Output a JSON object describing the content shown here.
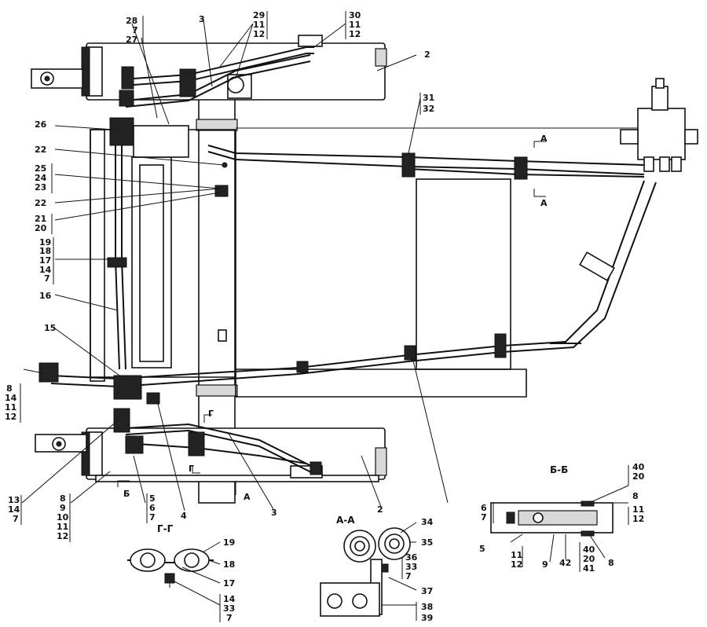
{
  "callouts": {
    "c28": "28",
    "c7a": "7",
    "c27": "27",
    "c3top": "3",
    "c29": "29",
    "c11a": "11",
    "c12a": "12",
    "c30": "30",
    "c11b": "11",
    "c12b": "12",
    "c2top": "2",
    "c31": "31",
    "c32": "32",
    "c26": "26",
    "c22a": "22",
    "c25": "25",
    "c24": "24",
    "c23": "23",
    "c22b": "22",
    "c21": "21",
    "c20": "20",
    "c19": "19",
    "c18": "18",
    "c17": "17",
    "c14a": "14",
    "c7b": "7",
    "c16": "16",
    "c15": "15",
    "c8a": "8",
    "c14b": "14",
    "c11c": "11",
    "c12c": "12",
    "c13": "13",
    "c14c": "14",
    "c7c": "7",
    "c8b": "8",
    "c9": "9",
    "c10": "10",
    "c11d": "11",
    "c12d": "12",
    "c5": "5",
    "c6": "6",
    "c7d": "7",
    "c4": "4",
    "c3bot": "3",
    "c2bot": "2",
    "markB": "Б",
    "markA": "A",
    "markG1": "Г",
    "markG2": "Г"
  },
  "sectionAA_marks": {
    "top": "A",
    "bottom": "A"
  },
  "sections": {
    "bb": {
      "title": "Б-Б",
      "labels": {
        "l40a": "40",
        "l20a": "20",
        "l8a": "8",
        "l11": "11",
        "l12": "12",
        "l6": "6",
        "l7": "7",
        "l5": "5",
        "l11b": "11",
        "l12b": "12",
        "l9": "9",
        "l42": "42",
        "l40b": "40",
        "l20b": "20",
        "l41": "41",
        "l8b": "8"
      }
    },
    "aa": {
      "title": "A-A",
      "labels": {
        "l34": "34",
        "l35": "35",
        "l36": "36",
        "l33": "33",
        "l7": "7",
        "l37": "37",
        "l38": "38",
        "l39": "39"
      }
    },
    "gg": {
      "title": "Г-Г",
      "labels": {
        "l19": "19",
        "l18": "18",
        "l17": "17",
        "l14": "14",
        "l33": "33",
        "l7": "7"
      }
    }
  }
}
